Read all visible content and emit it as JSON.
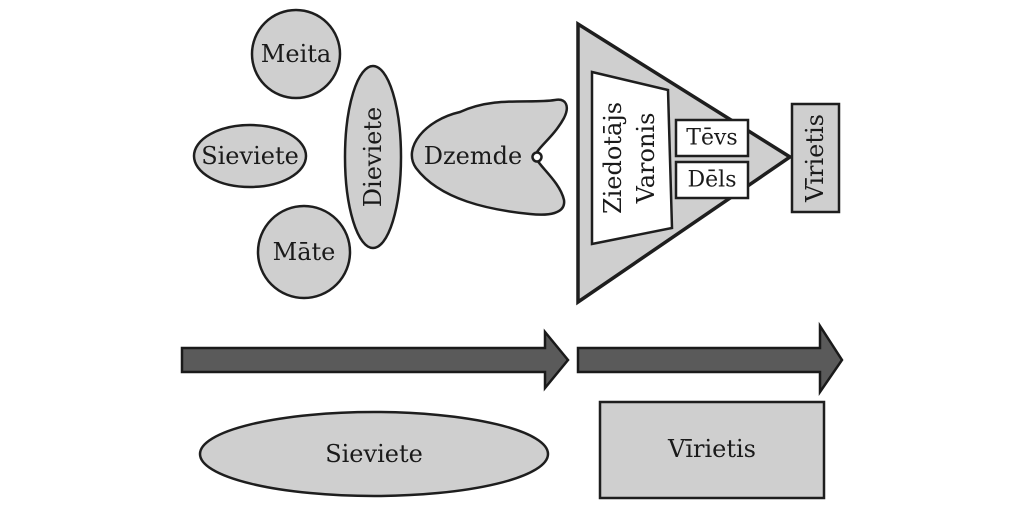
{
  "diagram": {
    "nodes": {
      "meita": "Meita",
      "sieviete_small": "Sieviete",
      "mate": "Māte",
      "dieviete": "Dieviete",
      "dzemde": "Dzemde",
      "ziedotajs": "Ziedotājs",
      "varonis": "Varonis",
      "tevs": "Tēvs",
      "dels": "Dēls",
      "virietis_small": "Vīrietis"
    },
    "bottom": {
      "sieviete": "Sieviete",
      "virietis": "Vīrietis"
    },
    "colors": {
      "fill": "#cfcfcf",
      "stroke": "#1e1e1e",
      "arrow": "#5a5a5a"
    }
  }
}
